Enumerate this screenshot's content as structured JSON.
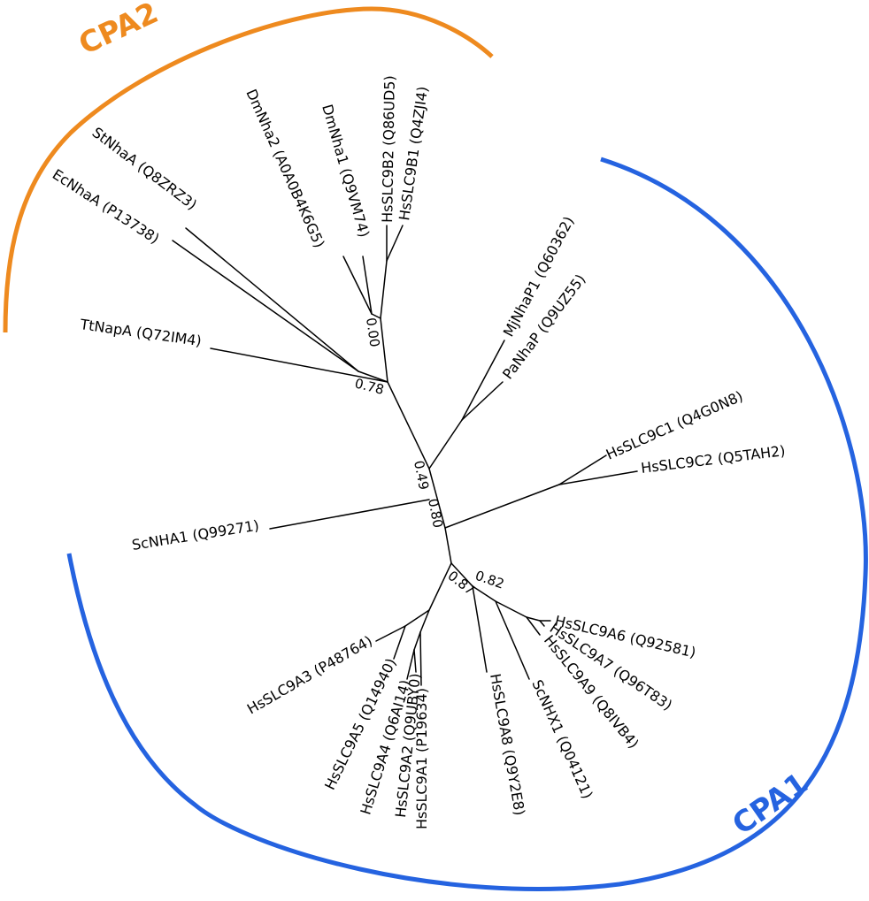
{
  "colors": {
    "cpa2": "#ee8a1f",
    "cpa1": "#2563e0",
    "branch": "#000000"
  },
  "groups": {
    "cpa2": {
      "label": "CPA2"
    },
    "cpa1": {
      "label": "CPA1"
    }
  },
  "leaves": {
    "stnhaa": "StNhaA (Q8ZRZ3)",
    "ecnhaa": "EcNhaA (P13738)",
    "ttnapa": "TtNapA (Q72IM4)",
    "dmnha2": "DmNha2 (A0A0B4K6G5)",
    "dmnha1": "DmNha1 (Q9VM74)",
    "hsslc9b2": "HsSLC9B2 (Q86UD5)",
    "hsslc9b1": "HsSLC9B1 (Q4ZJI4)",
    "mjnhap1": "MjNhaP1 (Q60362)",
    "panhap": "PaNhaP (Q9UZ55)",
    "hsslc9c1": "HsSLC9C1 (Q4G0N8)",
    "hsslc9c2": "HsSLC9C2 (Q5TAH2)",
    "scnha1": "ScNHA1 (Q99271)",
    "hsslc9a6": "HsSLC9A6 (Q92581)",
    "hsslc9a7": "HsSLC9A7 (Q96T83)",
    "hsslc9a9": "HsSLC9A9 (Q8IVB4)",
    "scnhx1": "ScNHX1 (Q04121)",
    "hsslc9a8": "HsSLC9A8 (Q9Y2E8)",
    "hsslc9a1": "HsSLC9A1 (P19634)",
    "hsslc9a2": "HsSLC9A2 (Q9UBY0)",
    "hsslc9a4": "HsSLC9A4 (Q6AI14)",
    "hsslc9a5": "HsSLC9A5 (Q14940)",
    "hsslc9a3": "HsSLC9A3 (P48764)"
  },
  "support": {
    "n078": "0.78",
    "n000": "0.00",
    "n049": "0.49",
    "n080": "0.80",
    "n087": "0.87",
    "n082": "0.82"
  }
}
